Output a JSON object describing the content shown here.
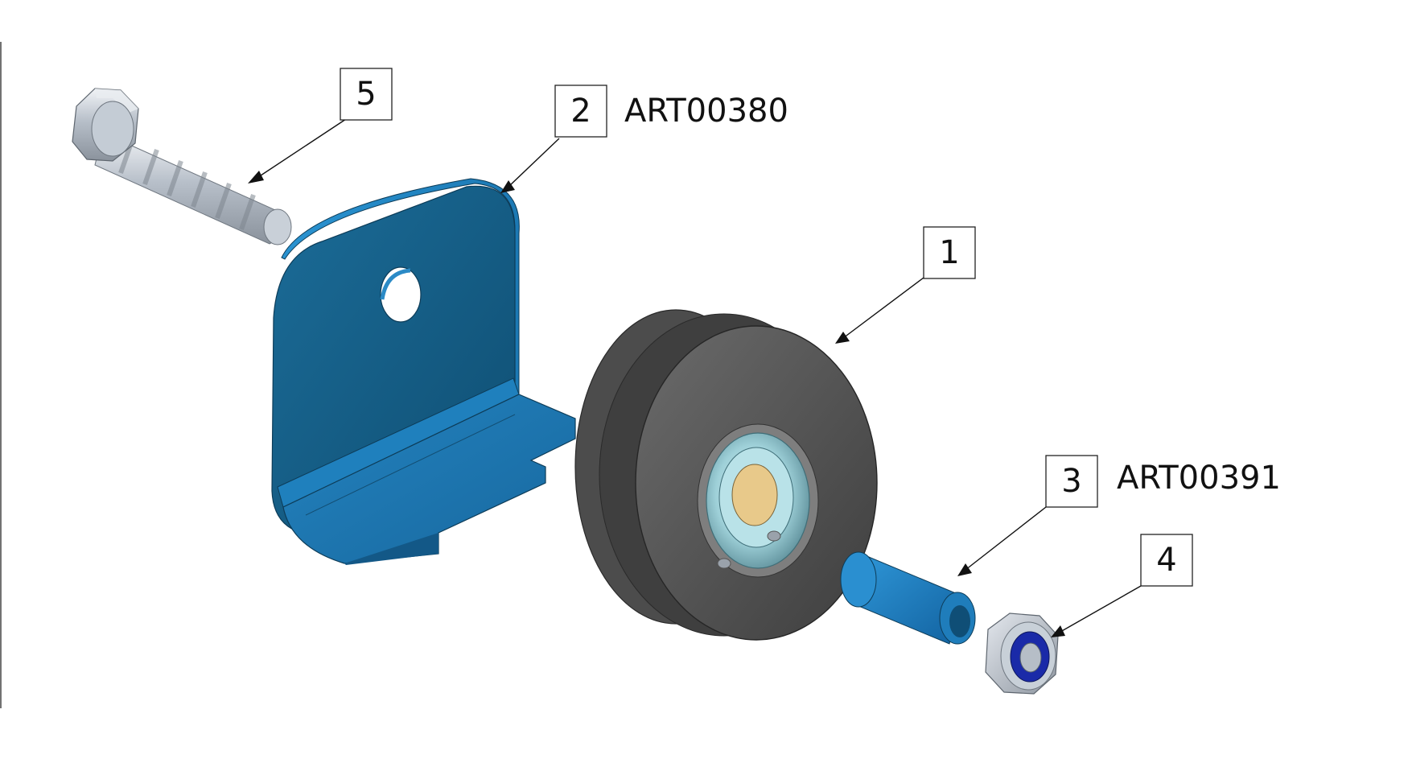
{
  "balloons": {
    "b1": {
      "number": "1"
    },
    "b2": {
      "number": "2",
      "part_number": "ART00380"
    },
    "b3": {
      "number": "3",
      "part_number": "ART00391"
    },
    "b4": {
      "number": "4"
    },
    "b5": {
      "number": "5"
    }
  },
  "parts": {
    "bracket": {
      "color": "#1a6e9c"
    },
    "spacer": {
      "color": "#1f87c9"
    },
    "wheel": {
      "color": "#5a5a5a"
    },
    "hardware": {
      "color": "#b4bcc6"
    },
    "nut_insert": {
      "color": "#1a2aa8"
    }
  }
}
